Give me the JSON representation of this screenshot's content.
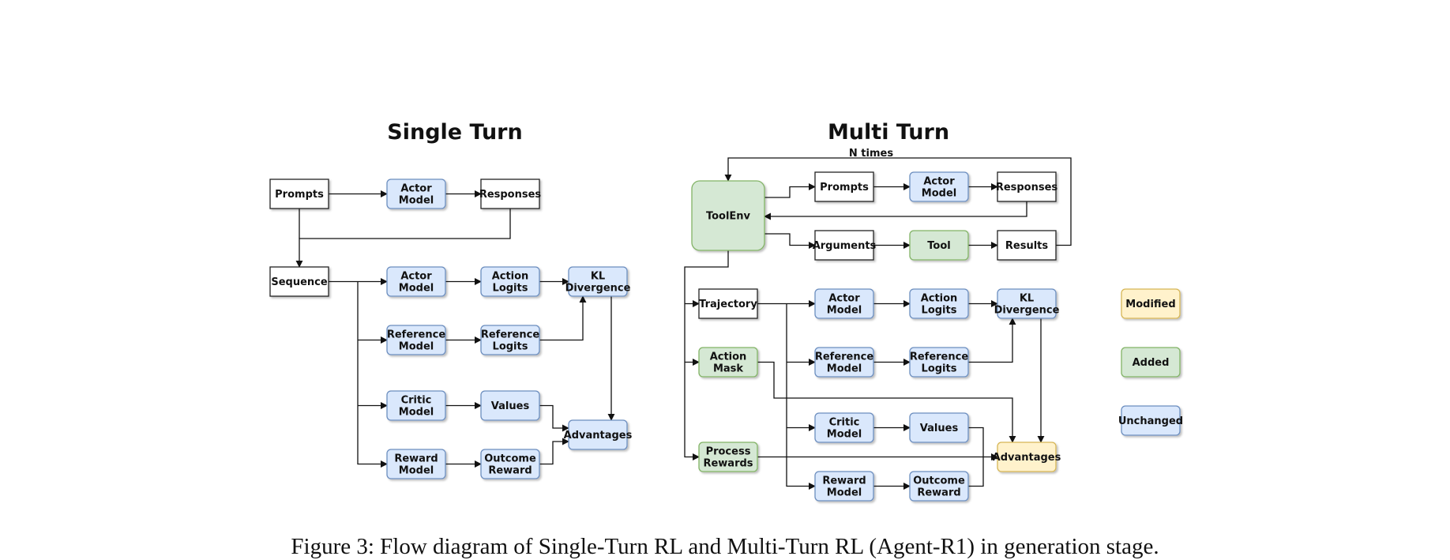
{
  "titles": {
    "single": "Single Turn",
    "multi": "Multi Turn"
  },
  "annotations": {
    "loop": "N times"
  },
  "colors": {
    "unchanged_fill": "#dae8fc",
    "unchanged_stroke": "#6c8ebf",
    "added_fill": "#d5e8d4",
    "added_stroke": "#82b366",
    "modified_fill": "#fff2cc",
    "modified_stroke": "#d6b656",
    "plain_fill": "#ffffff",
    "plain_stroke": "#222222"
  },
  "legend": {
    "modified": "Modified",
    "added": "Added",
    "unchanged": "Unchanged"
  },
  "single_turn": {
    "prompts": [
      "Prompts"
    ],
    "actor_model": [
      "Actor",
      "Model"
    ],
    "responses": [
      "Responses"
    ],
    "sequence": [
      "Sequence"
    ],
    "actor_model_2": [
      "Actor",
      "Model"
    ],
    "action_logits": [
      "Action",
      "Logits"
    ],
    "kl_divergence": [
      "KL",
      "Divergence"
    ],
    "reference_model": [
      "Reference",
      "Model"
    ],
    "reference_logits": [
      "Reference",
      "Logits"
    ],
    "critic_model": [
      "Critic",
      "Model"
    ],
    "values": [
      "Values"
    ],
    "advantages": [
      "Advantages"
    ],
    "reward_model": [
      "Reward",
      "Model"
    ],
    "outcome_reward": [
      "Outcome",
      "Reward"
    ]
  },
  "multi_turn": {
    "toolenv": [
      "ToolEnv"
    ],
    "prompts": [
      "Prompts"
    ],
    "actor_model": [
      "Actor",
      "Model"
    ],
    "responses": [
      "Responses"
    ],
    "arguments": [
      "Arguments"
    ],
    "tool": [
      "Tool"
    ],
    "results": [
      "Results"
    ],
    "trajectory": [
      "Trajectory"
    ],
    "actor_model_2": [
      "Actor",
      "Model"
    ],
    "action_logits": [
      "Action",
      "Logits"
    ],
    "kl_divergence": [
      "KL",
      "Divergence"
    ],
    "action_mask": [
      "Action",
      "Mask"
    ],
    "reference_model": [
      "Reference",
      "Model"
    ],
    "reference_logits": [
      "Reference",
      "Logits"
    ],
    "critic_model": [
      "Critic",
      "Model"
    ],
    "values": [
      "Values"
    ],
    "process_rewards": [
      "Process",
      "Rewards"
    ],
    "advantages": [
      "Advantages"
    ],
    "reward_model": [
      "Reward",
      "Model"
    ],
    "outcome_reward": [
      "Outcome",
      "Reward"
    ]
  },
  "caption": "Figure 3: Flow diagram of Single-Turn RL and Multi-Turn RL (Agent-R1) in generation stage."
}
